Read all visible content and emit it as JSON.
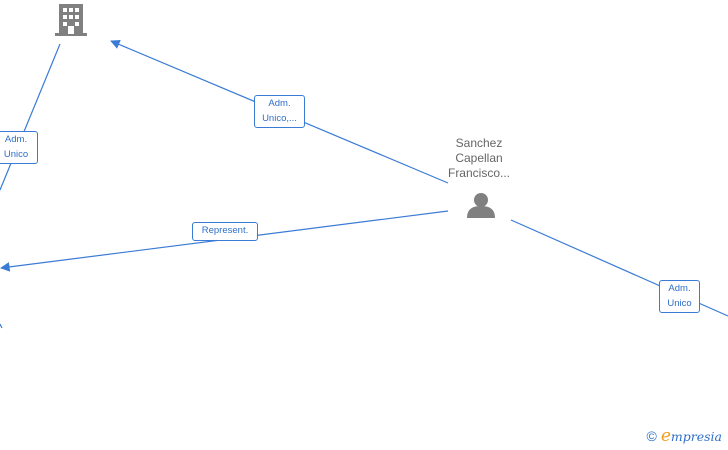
{
  "nodes": {
    "company": {
      "icon": "building-icon"
    },
    "person": {
      "icon": "person-icon",
      "name_lines": [
        "Sanchez",
        "Capellan",
        "Francisco..."
      ]
    }
  },
  "edges": [
    {
      "id": "company-left",
      "label_lines": [
        "Adm.",
        "Unico"
      ]
    },
    {
      "id": "person-company",
      "label_lines": [
        "Adm.",
        "Unico,..."
      ]
    },
    {
      "id": "person-left",
      "label_lines": [
        "Represent."
      ]
    },
    {
      "id": "person-right",
      "label_lines": [
        "Adm.",
        "Unico"
      ]
    }
  ],
  "colors": {
    "edge": "#3a7bd5",
    "label_text": "#2f6fc9",
    "icon": "#808080",
    "brand_accent": "#f29d1f"
  },
  "brand": {
    "copyright": "©",
    "logo_first": "e",
    "logo_rest": "mpresia"
  }
}
